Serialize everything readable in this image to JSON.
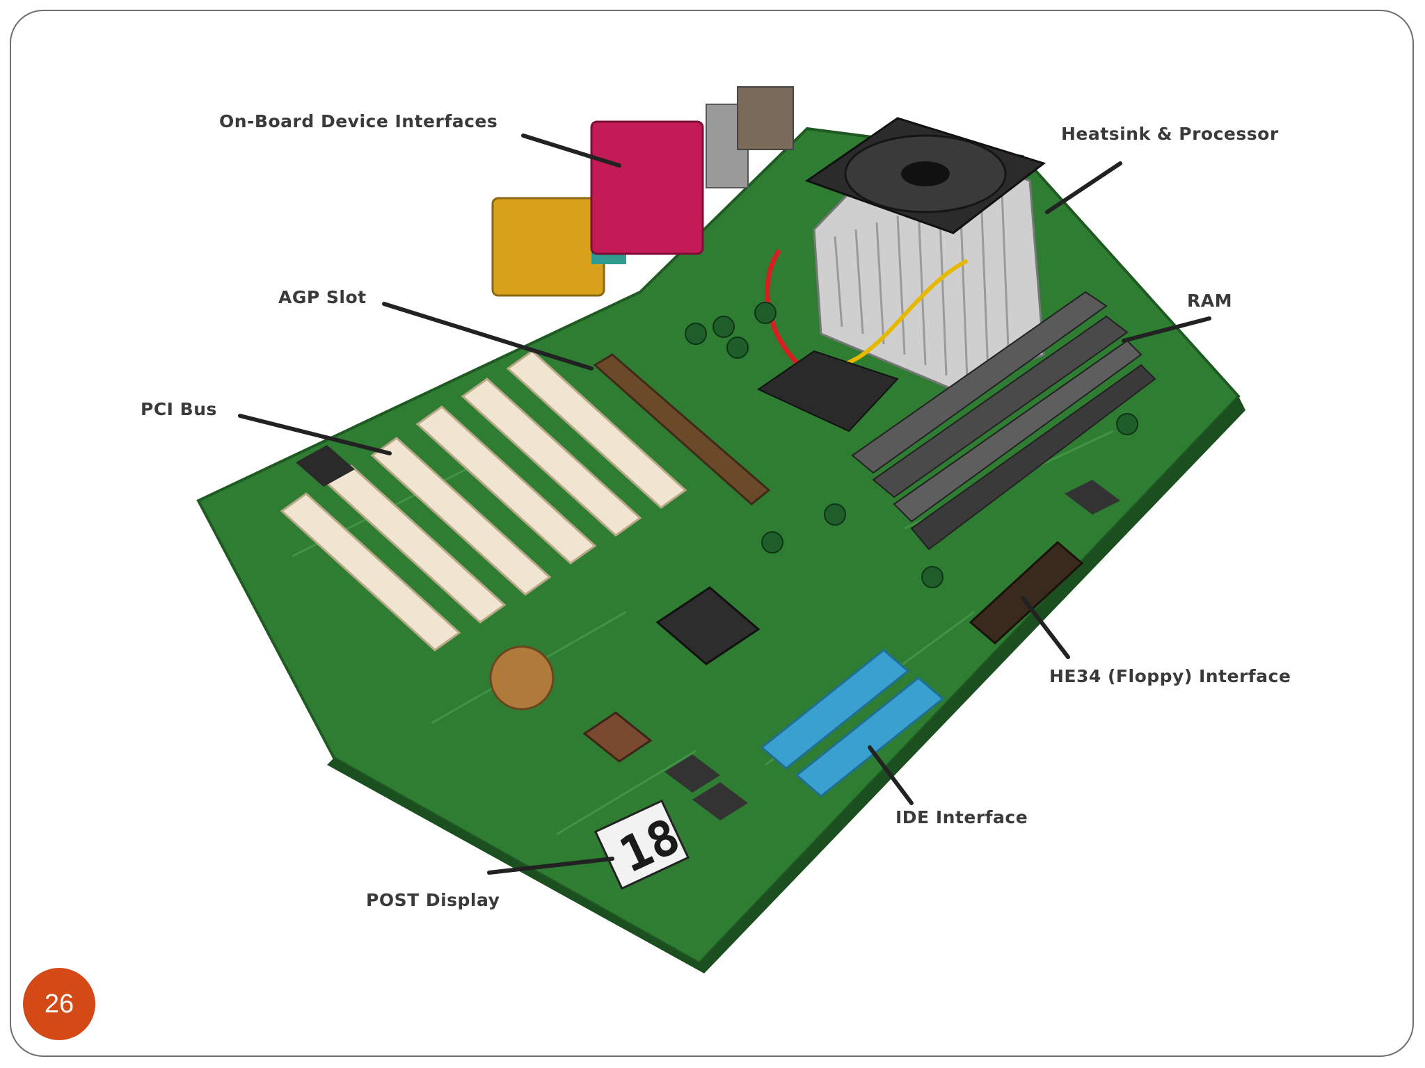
{
  "slide": {
    "page_number": "26",
    "colors": {
      "board_green": "#2f7d33",
      "ide_blue": "#3aa0cf",
      "badge": "#d34a17",
      "leader": "#222222"
    }
  },
  "labels": {
    "onboard": "On-Board Device Interfaces",
    "heatsink": "Heatsink & Processor",
    "agp": "AGP Slot",
    "ram": "RAM",
    "pci": "PCI Bus",
    "floppy": "HE34 (Floppy) Interface",
    "ide": "IDE Interface",
    "post": "POST Display"
  },
  "post_display": {
    "digits": "18"
  }
}
